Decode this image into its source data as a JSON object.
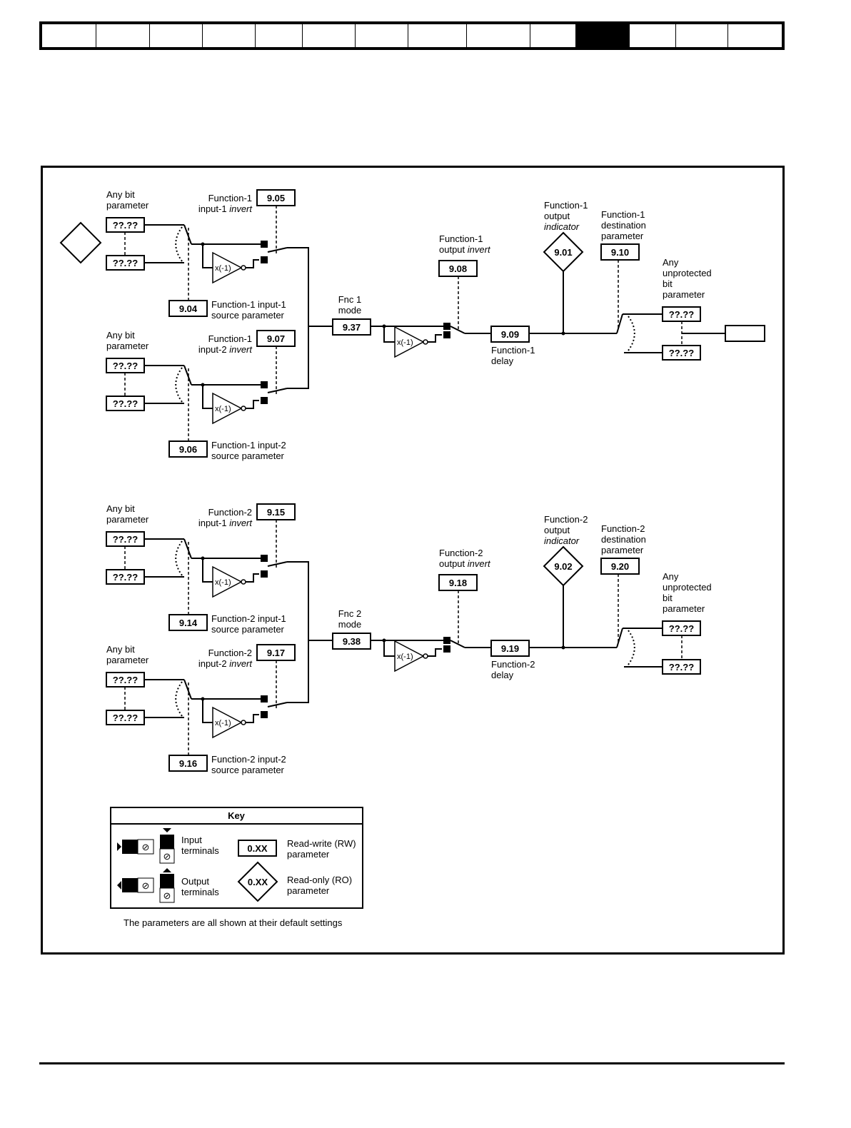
{
  "header": {
    "tab_count": 14,
    "active_tab_index": 10
  },
  "diagram": {
    "any_bit_parameter": [
      "Any bit",
      "parameter"
    ],
    "any_unprotected_bit_parameter": [
      "Any",
      "unprotected",
      "bit",
      "parameter"
    ],
    "placeholder_param": "??.??",
    "invert_block": "x(-1)",
    "switch_0": "0",
    "switch_1": "1",
    "function1": {
      "input1_invert_label": [
        "Function-1",
        "input-1",
        "invert"
      ],
      "input1_invert_param": "9.05",
      "input1_source_label": [
        "Function-1 input-1",
        "source parameter"
      ],
      "input1_source_param": "9.04",
      "input2_invert_label": [
        "Function-1",
        "input-2",
        "invert"
      ],
      "input2_invert_param": "9.07",
      "input2_source_label": [
        "Function-1 input-2",
        "source parameter"
      ],
      "input2_source_param": "9.06",
      "mode_label": [
        "Fnc 1",
        "mode"
      ],
      "mode_param": "9.37",
      "output_invert_label": [
        "Function-1",
        "output",
        "invert"
      ],
      "output_invert_param": "9.08",
      "delay_param": "9.09",
      "delay_label": [
        "Function-1",
        "delay"
      ],
      "indicator_label": [
        "Function-1",
        "output",
        "indicator"
      ],
      "indicator_param": "9.01",
      "destination_label": [
        "Function-1",
        "destination",
        "parameter"
      ],
      "destination_param": "9.10"
    },
    "function2": {
      "input1_invert_label": [
        "Function-2",
        "input-1",
        "invert"
      ],
      "input1_invert_param": "9.15",
      "input1_source_label": [
        "Function-2 input-1",
        "source parameter"
      ],
      "input1_source_param": "9.14",
      "input2_invert_label": [
        "Function-2",
        "input-2",
        "invert"
      ],
      "input2_invert_param": "9.17",
      "input2_source_label": [
        "Function-2 input-2",
        "source parameter"
      ],
      "input2_source_param": "9.16",
      "mode_label": [
        "Fnc 2",
        "mode"
      ],
      "mode_param": "9.38",
      "output_invert_label": [
        "Function-2",
        "output",
        "invert"
      ],
      "output_invert_param": "9.18",
      "delay_param": "9.19",
      "delay_label": [
        "Function-2",
        "delay"
      ],
      "indicator_label": [
        "Function-2",
        "output",
        "indicator"
      ],
      "indicator_param": "9.02",
      "destination_label": [
        "Function-2",
        "destination",
        "parameter"
      ],
      "destination_param": "9.20"
    }
  },
  "key": {
    "title": "Key",
    "terminal_x": "X",
    "terminal_o": "⊘",
    "input_terminals": [
      "Input",
      "terminals"
    ],
    "output_terminals": [
      "Output",
      "terminals"
    ],
    "rw_box": "0.XX",
    "rw_label": [
      "Read-write (RW)",
      "parameter"
    ],
    "ro_box": "0.XX",
    "ro_label": [
      "Read-only (RO)",
      "parameter"
    ],
    "note": "The parameters are all shown at their default settings"
  }
}
